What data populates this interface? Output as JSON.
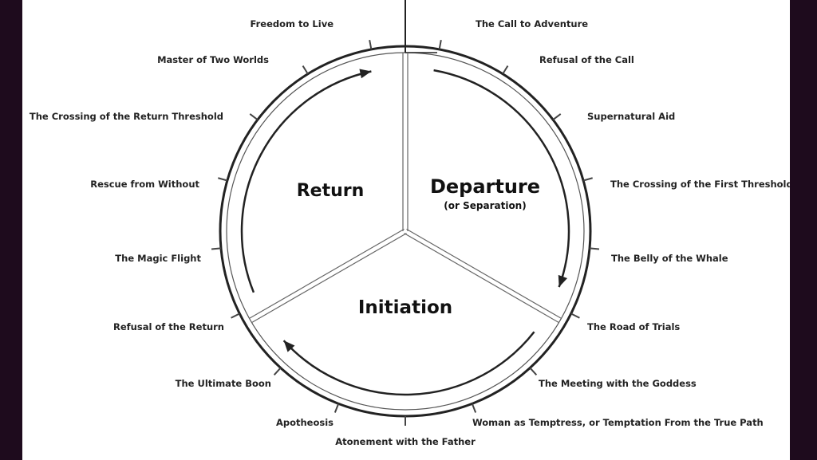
{
  "stages": {
    "departure": {
      "title": "Departure",
      "subtitle": "(or Separation)"
    },
    "initiation": {
      "title": "Initiation"
    },
    "return": {
      "title": "Return"
    }
  },
  "steps": [
    {
      "label": "The Call to Adventure"
    },
    {
      "label": "Refusal of the Call"
    },
    {
      "label": "Supernatural Aid"
    },
    {
      "label": "The Crossing of the First Threshold"
    },
    {
      "label": "The Belly of the Whale"
    },
    {
      "label": "The Road of Trials"
    },
    {
      "label": "The Meeting with the Goddess"
    },
    {
      "label": "Woman as Temptress, or Temptation From the True Path"
    },
    {
      "label": "Atonement with the Father"
    },
    {
      "label": "Apotheosis"
    },
    {
      "label": "The Ultimate Boon"
    },
    {
      "label": "Refusal of the Return"
    },
    {
      "label": "The Magic Flight"
    },
    {
      "label": "Rescue from Without"
    },
    {
      "label": "The Crossing of the Return Threshold"
    },
    {
      "label": "Master of Two Worlds"
    },
    {
      "label": "Freedom to Live"
    }
  ],
  "colors": {
    "background": "#1e0b1d",
    "paper": "#ffffff",
    "line": "#222222"
  }
}
